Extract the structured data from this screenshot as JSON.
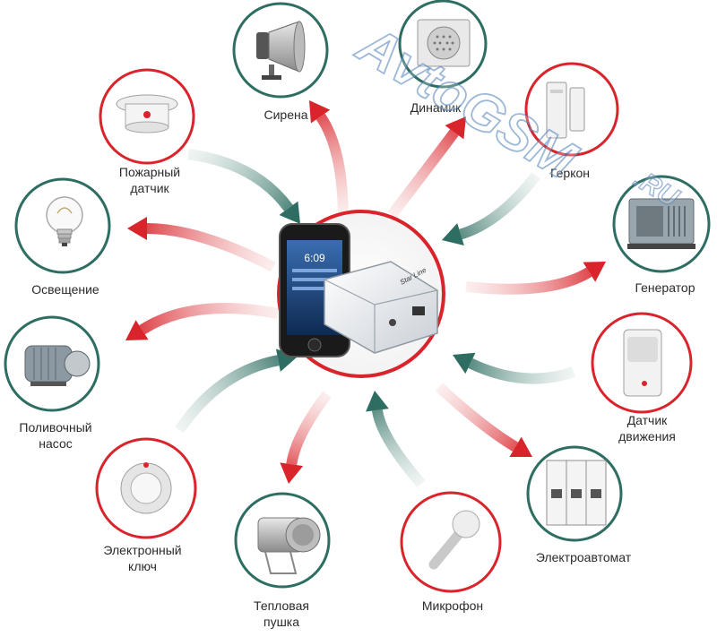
{
  "watermark": {
    "brand": "AvtoGSM",
    "domain": ".RU"
  },
  "colors": {
    "red": "#d9242b",
    "teal": "#2e6e62",
    "redPale": "#f6d0d0",
    "tealPale": "#d5e3df"
  },
  "nodes": [
    {
      "id": "siren",
      "label_lines": [
        "Сирена"
      ],
      "ring": "teal",
      "icon": "siren-icon"
    },
    {
      "id": "speaker",
      "label_lines": [
        "Динамик"
      ],
      "ring": "teal",
      "icon": "speaker-icon"
    },
    {
      "id": "reed-switch",
      "label_lines": [
        "Геркон"
      ],
      "ring": "red",
      "icon": "reed-switch-icon"
    },
    {
      "id": "generator",
      "label_lines": [
        "Генератор"
      ],
      "ring": "teal",
      "icon": "generator-icon"
    },
    {
      "id": "motion-sensor",
      "label_lines": [
        "Датчик",
        "движения"
      ],
      "ring": "red",
      "icon": "motion-sensor-icon"
    },
    {
      "id": "circuit-breaker",
      "label_lines": [
        "Электроавтомат"
      ],
      "ring": "teal",
      "icon": "circuit-breaker-icon"
    },
    {
      "id": "microphone",
      "label_lines": [
        "Микрофон"
      ],
      "ring": "red",
      "icon": "microphone-icon"
    },
    {
      "id": "heat-gun",
      "label_lines": [
        "Тепловая",
        "пушка"
      ],
      "ring": "teal",
      "icon": "heat-gun-icon"
    },
    {
      "id": "electronic-key",
      "label_lines": [
        "Электронный",
        "ключ"
      ],
      "ring": "red",
      "icon": "electronic-key-icon"
    },
    {
      "id": "pump",
      "label_lines": [
        "Поливочный",
        "насос"
      ],
      "ring": "teal",
      "icon": "pump-icon"
    },
    {
      "id": "lighting",
      "label_lines": [
        "Освещение"
      ],
      "ring": "teal",
      "icon": "light-bulb-icon"
    },
    {
      "id": "fire-sensor",
      "label_lines": [
        "Пожарный",
        "датчик"
      ],
      "ring": "red",
      "icon": "smoke-detector-icon"
    }
  ],
  "hub": {
    "phone_time": "6:09",
    "device_badge": "Star Line",
    "icons": [
      "smartphone-icon",
      "gsm-module-icon"
    ]
  },
  "arrows": [
    {
      "node": "siren",
      "color": "red"
    },
    {
      "node": "speaker",
      "color": "red"
    },
    {
      "node": "reed-switch",
      "color": "teal"
    },
    {
      "node": "generator",
      "color": "red"
    },
    {
      "node": "motion-sensor",
      "color": "teal"
    },
    {
      "node": "circuit-breaker",
      "color": "red"
    },
    {
      "node": "microphone",
      "color": "teal"
    },
    {
      "node": "heat-gun",
      "color": "red"
    },
    {
      "node": "electronic-key",
      "color": "teal"
    },
    {
      "node": "pump",
      "color": "red"
    },
    {
      "node": "lighting",
      "color": "red"
    },
    {
      "node": "fire-sensor",
      "color": "teal"
    }
  ]
}
